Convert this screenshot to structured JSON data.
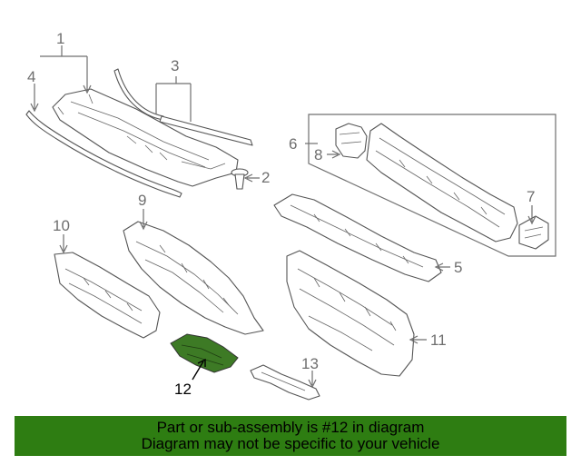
{
  "callouts": {
    "c1": "1",
    "c2": "2",
    "c3": "3",
    "c4": "4",
    "c5": "5",
    "c6": "6",
    "c7": "7",
    "c8": "8",
    "c9": "9",
    "c10": "10",
    "c11": "11",
    "c12": "12",
    "c13": "13"
  },
  "highlighted_part": "12",
  "banner": {
    "line1": "Part or sub-assembly is #12 in diagram",
    "line2": "Diagram may not be specific to your vehicle",
    "color": "#2e7d12"
  },
  "colors": {
    "highlight": "#3d7a25",
    "line": "#555555"
  }
}
